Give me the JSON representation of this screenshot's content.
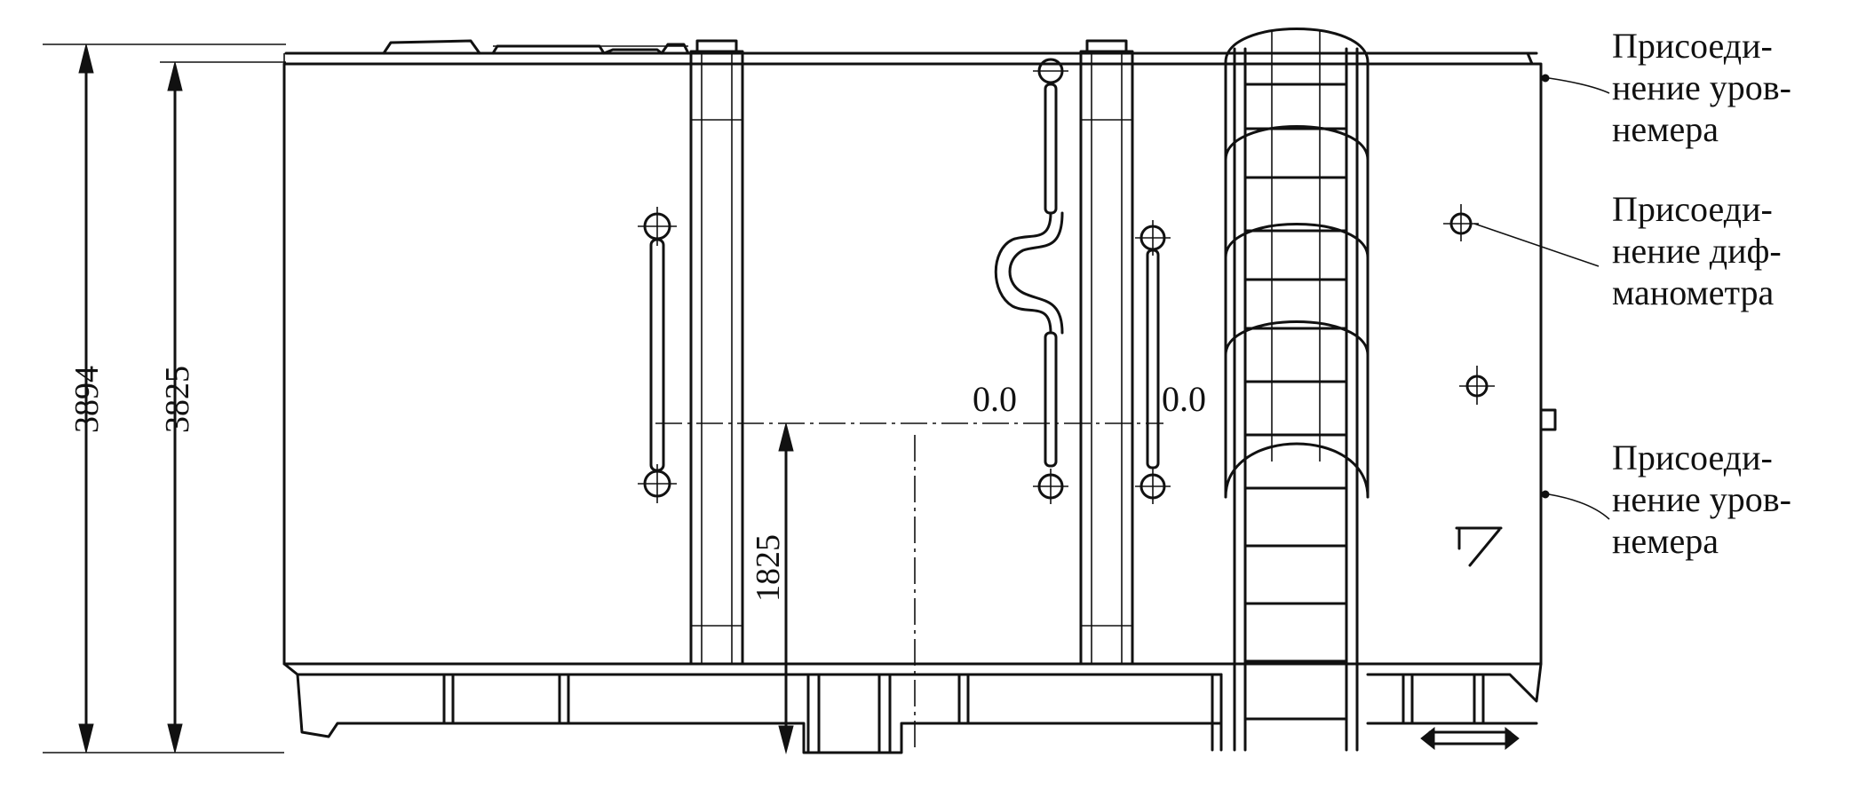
{
  "dimensions": {
    "overall_height": "3894",
    "body_height": "3825",
    "axis_height": "1825"
  },
  "level_marks": {
    "left": "0.0",
    "right": "0.0"
  },
  "callouts": {
    "level_gauge_top": [
      "Присоеди-",
      "нение уров-",
      "немера"
    ],
    "diff_manometer": [
      "Присоеди-",
      "нение диф-",
      "манометра"
    ],
    "level_gauge_bottom": [
      "Присоеди-",
      "нение уров-",
      "немера"
    ]
  }
}
